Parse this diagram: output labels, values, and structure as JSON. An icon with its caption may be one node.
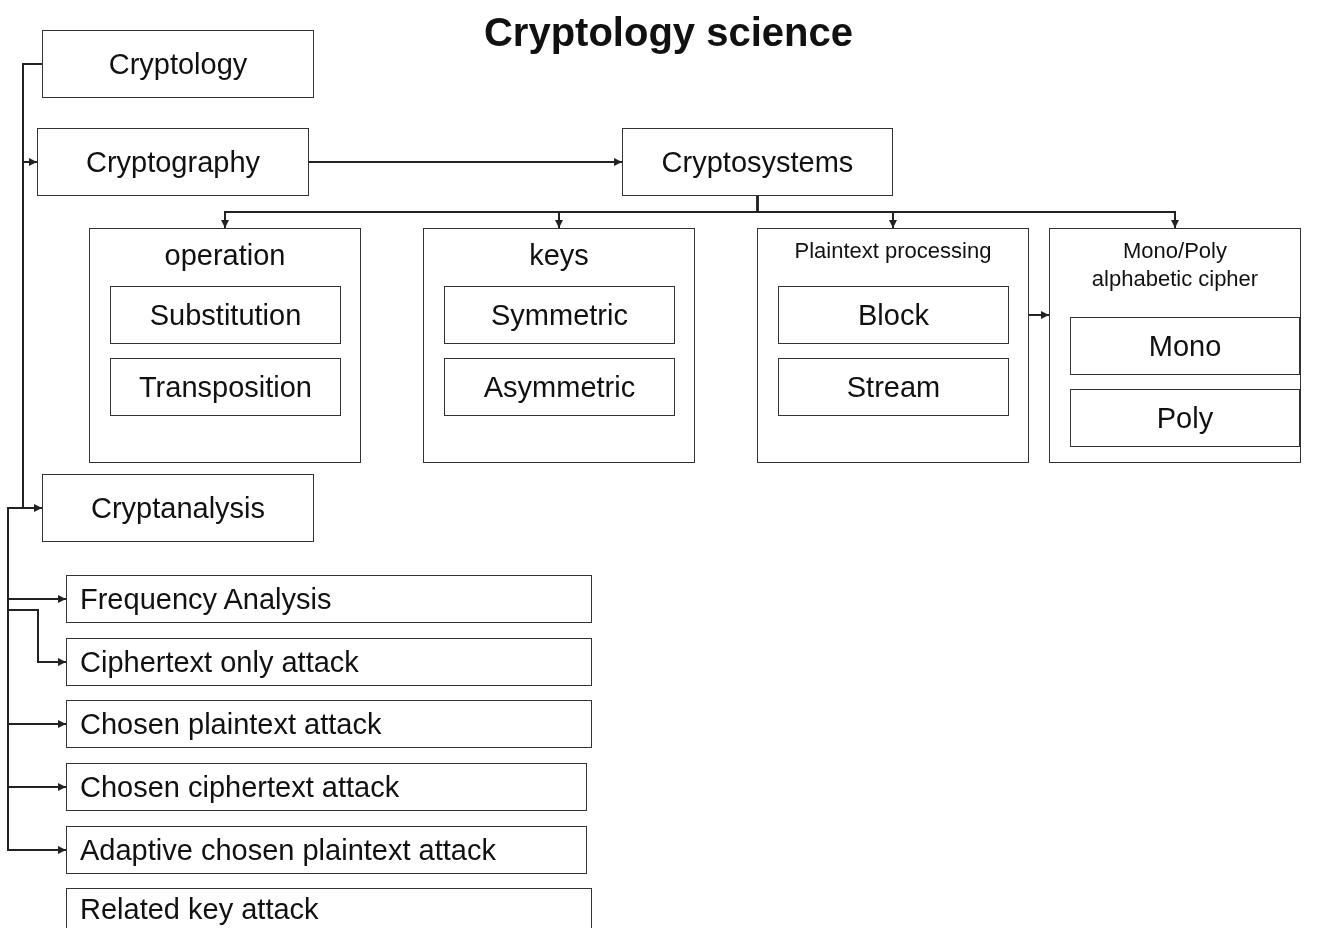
{
  "diagram": {
    "title": "Cryptology science",
    "nodes": [
      {
        "text": [
          "Cryptology"
        ]
      },
      {
        "text": [
          "Cryptography"
        ]
      },
      {
        "text": [
          "Cryptosystems"
        ]
      },
      {
        "text": [
          "operation"
        ]
      },
      {
        "text": [
          "Substitution"
        ],
        "in": 3
      },
      {
        "text": [
          "Transposition"
        ],
        "in": 3
      },
      {
        "text": [
          "keys"
        ]
      },
      {
        "text": [
          "Symmetric"
        ],
        "in": 6
      },
      {
        "text": [
          "Asymmetric"
        ],
        "in": 6
      },
      {
        "text": [
          "Plaintext processing"
        ]
      },
      {
        "text": [
          "Block"
        ],
        "in": 9
      },
      {
        "text": [
          "Stream"
        ],
        "in": 9
      },
      {
        "text": [
          "Mono/Poly alphabetic cipher"
        ]
      },
      {
        "text": [
          "Mono"
        ],
        "in": 12
      },
      {
        "text": [
          "Poly"
        ],
        "in": 12
      },
      {
        "text": [
          "Cryptanalysis"
        ]
      },
      {
        "text": [
          "Frequency Analysis"
        ]
      },
      {
        "text": [
          "Ciphertext only attack"
        ]
      },
      {
        "text": [
          "Chosen plaintext attack"
        ]
      },
      {
        "text": [
          "Chosen ciphertext attack"
        ]
      },
      {
        "text": [
          "Adaptive chosen plaintext attack"
        ]
      },
      {
        "text": [
          "Related key attack"
        ]
      }
    ],
    "edges": [
      {
        "from": 0,
        "to": 1,
        "arrow": "to"
      },
      {
        "from": 0,
        "to": 15,
        "arrow": "to"
      },
      {
        "from": 1,
        "to": 2,
        "arrow": "to"
      },
      {
        "from": 2,
        "to": 3,
        "arrow": "to"
      },
      {
        "from": 2,
        "to": 6,
        "arrow": "to"
      },
      {
        "from": 2,
        "to": 9,
        "arrow": "to"
      },
      {
        "from": 2,
        "to": 12,
        "arrow": "to"
      },
      {
        "from": 10,
        "to": 12,
        "arrow": "to"
      },
      {
        "from": 15,
        "to": 16,
        "arrow": "to"
      },
      {
        "from": 15,
        "to": 17,
        "arrow": "to"
      },
      {
        "from": 15,
        "to": 18,
        "arrow": "to"
      },
      {
        "from": 15,
        "to": 19,
        "arrow": "to"
      },
      {
        "from": 15,
        "to": 20,
        "arrow": "to"
      }
    ]
  }
}
